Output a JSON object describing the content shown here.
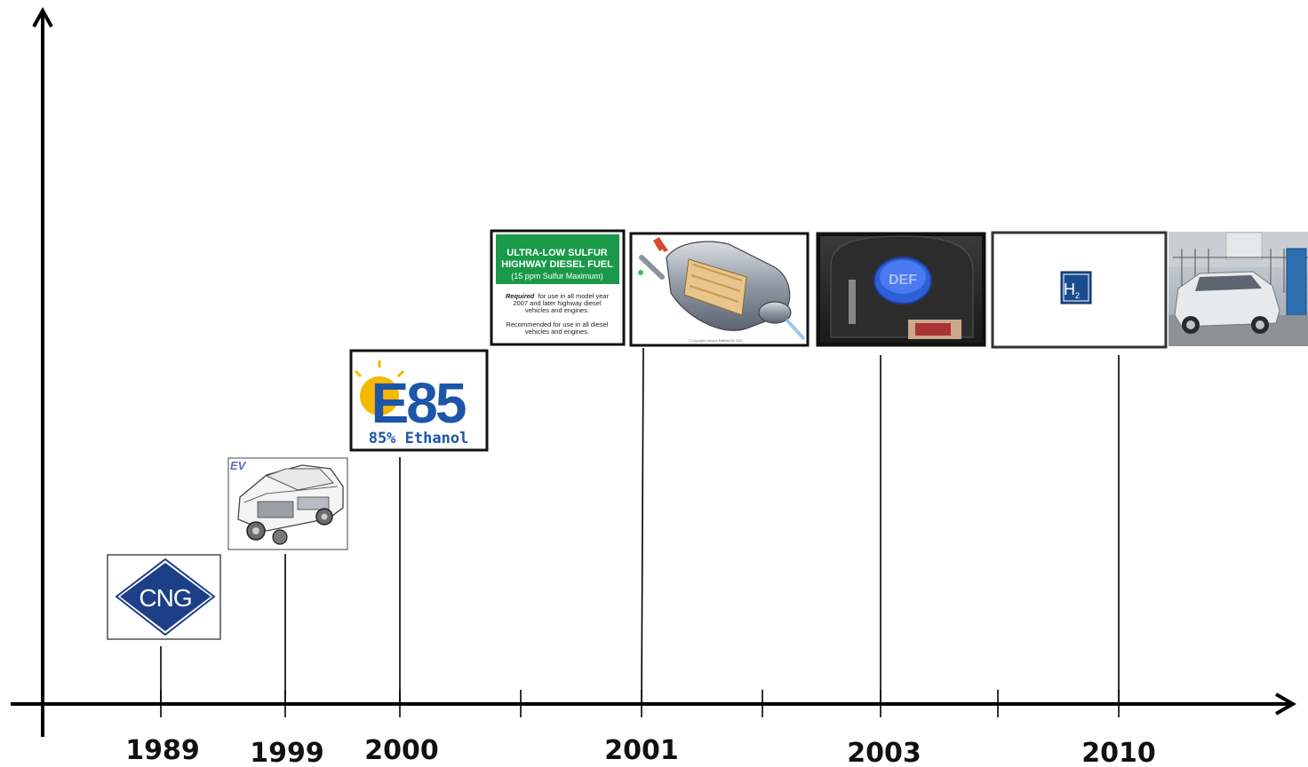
{
  "timeline": {
    "years": [
      "1989",
      "1999",
      "2000",
      "2001",
      "2003",
      "2010"
    ],
    "milestones": [
      {
        "year": "1989",
        "icon": "cng-diamond-icon",
        "label": "CNG"
      },
      {
        "year": "1999",
        "icon": "electric-vehicle-icon",
        "label": "EV"
      },
      {
        "year": "2000",
        "icon": "e85-icon",
        "label": "E85",
        "sublabel": "85% Ethanol"
      },
      {
        "year": "2001",
        "icon": "ulsd-label-icon",
        "title_line1": "ULTRA-LOW SULFUR",
        "title_line2": "HIGHWAY DIESEL FUEL",
        "title_line3": "(15 ppm Sulfur Maximum)",
        "body1_lead": "Required",
        "body1_rest": "for use in all model year",
        "body1_line2": "2007 and later highway diesel",
        "body1_line3": "vehicles and engines.",
        "body2_line1": "Recommended for use in all diesel",
        "body2_line2": "vehicles and engines."
      },
      {
        "year": "2001",
        "icon": "particulate-filter-icon",
        "caption": "© Copyright Johnson Matthey Plc 2007"
      },
      {
        "year": "2003",
        "icon": "def-cap-icon",
        "label": "DEF"
      },
      {
        "year": "2010",
        "icon": "hydrogen-sign-icon",
        "label": "H",
        "subscript": "2"
      },
      {
        "year": "2010",
        "icon": "fuel-cell-vehicle-icon"
      }
    ]
  },
  "colors": {
    "axis": "#000000",
    "cng_blue": "#1d3f87",
    "e85_blue": "#1d55a8",
    "e85_sun": "#f5b700",
    "ulsd_green": "#1a9a48",
    "def_blue": "#2f5fd6",
    "h2_blue": "#1a4b8c"
  }
}
